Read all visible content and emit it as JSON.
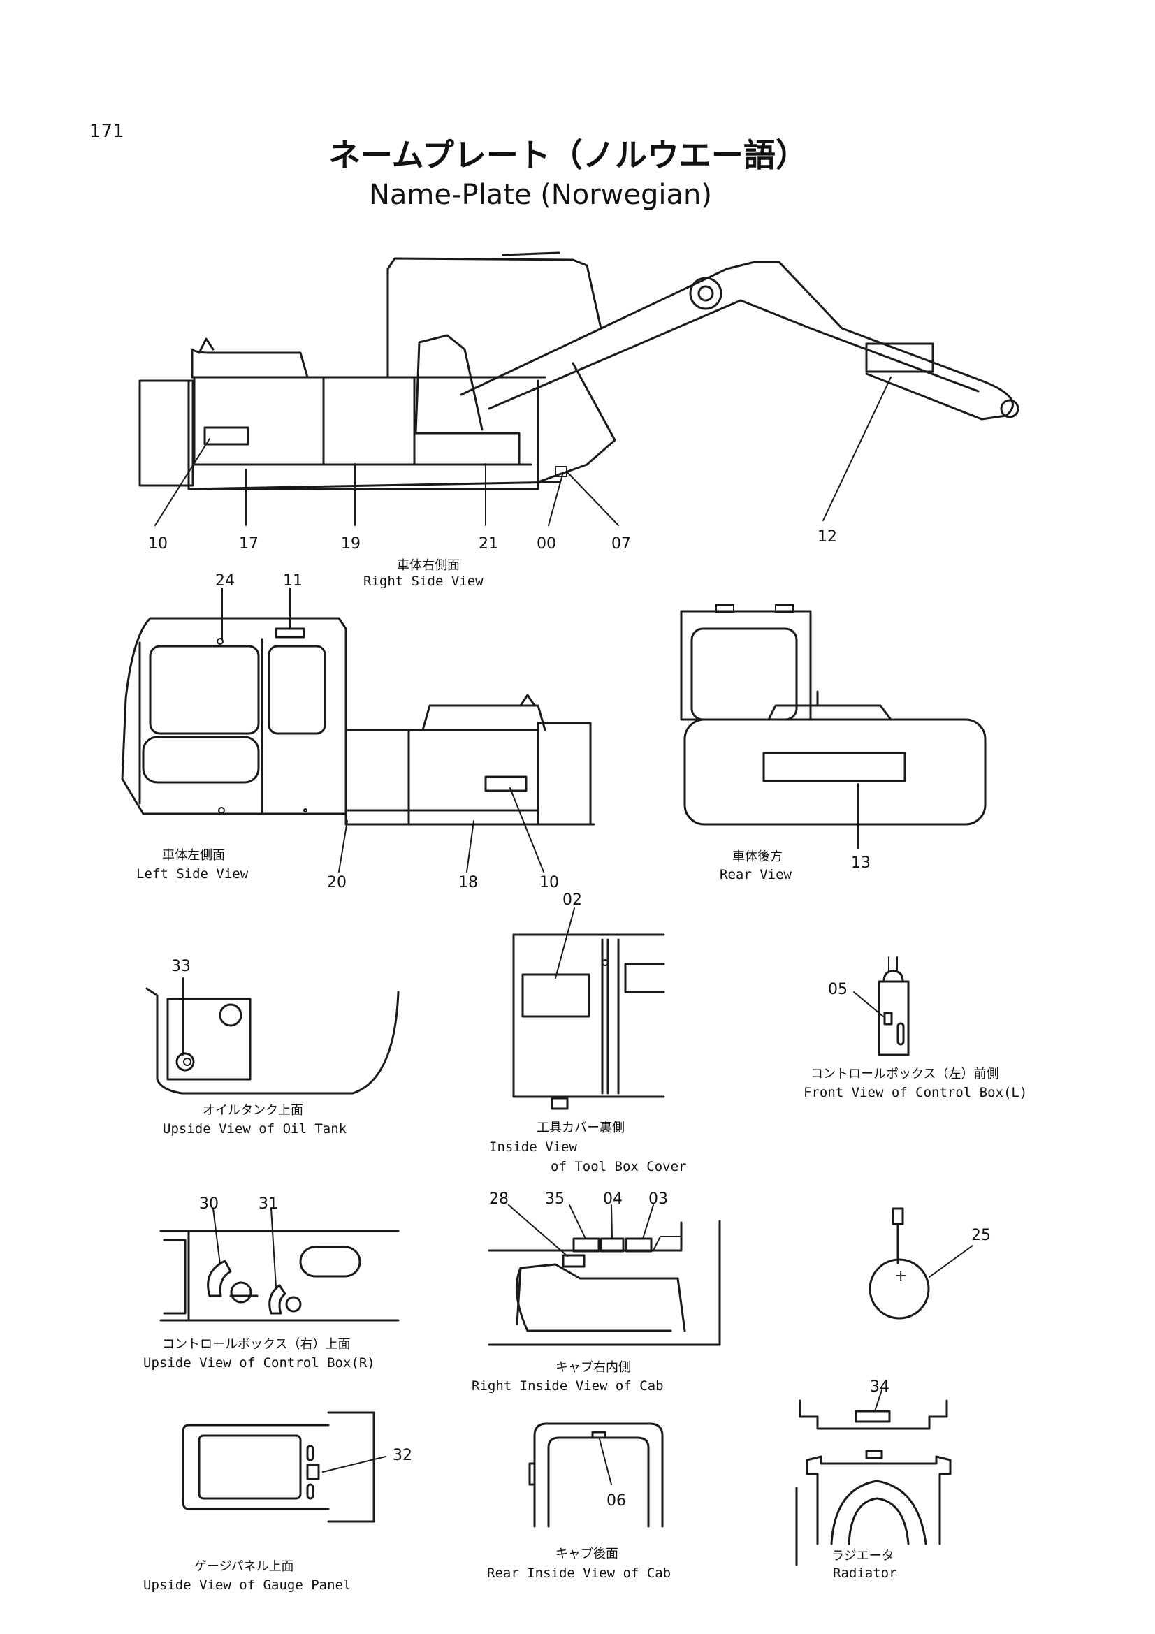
{
  "page_number": "171",
  "title_jp": "ネームプレート（ノルウエー語）",
  "title_en": "Name-Plate (Norwegian)",
  "views": {
    "right_side": {
      "jp": "車体右側面",
      "en": "Right  Side  View",
      "labels": [
        "10",
        "17",
        "19",
        "21",
        "00",
        "07",
        "12"
      ]
    },
    "left_side": {
      "jp": "車体左側面",
      "en": "Left  Side  View",
      "labels": [
        "24",
        "11",
        "20",
        "18",
        "10"
      ]
    },
    "rear": {
      "jp": "車体後方",
      "en": "Rear  View",
      "labels": [
        "13"
      ]
    },
    "oil_tank": {
      "jp": "オイルタンク上面",
      "en": "Upside  View  of  Oil  Tank",
      "labels": [
        "33"
      ]
    },
    "tool_box": {
      "jp": "工具カバー裏側",
      "en_line1": "Inside  View",
      "en_line2": "of  Tool  Box  Cover",
      "labels": [
        "02"
      ]
    },
    "control_box_l": {
      "jp": "コントロールボックス（左）前側",
      "en": "Front  View  of  Control  Box(L)",
      "labels": [
        "05"
      ]
    },
    "control_box_r": {
      "jp": "コントロールボックス（右）上面",
      "en": "Upside  View  of  Control  Box(R)",
      "labels": [
        "30",
        "31"
      ]
    },
    "cab_right_inside": {
      "jp": "キャブ右内側",
      "en": "Right  Inside  View  of  Cab",
      "labels": [
        "28",
        "35",
        "04",
        "03"
      ]
    },
    "tag": {
      "labels": [
        "25"
      ]
    },
    "gauge_panel": {
      "jp": "ゲージパネル上面",
      "en": "Upside  View  of  Gauge  Panel",
      "labels": [
        "32"
      ]
    },
    "cab_rear_inside": {
      "jp": "キャブ後面",
      "en": "Rear  Inside  View  of  Cab",
      "labels": [
        "06"
      ]
    },
    "radiator": {
      "jp": "ラジエータ",
      "en": "Radiator",
      "labels": [
        "34"
      ]
    }
  }
}
